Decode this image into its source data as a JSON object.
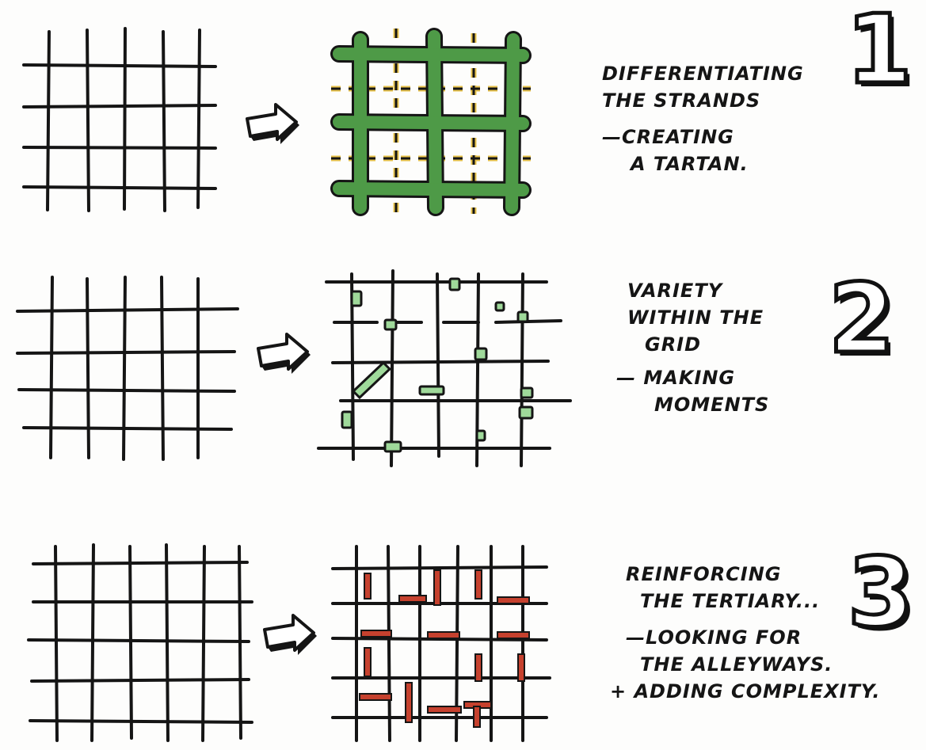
{
  "rows": [
    {
      "number": "1",
      "note_lines": [
        "DIFFERENTIATING",
        "THE STRANDS",
        "—CREATING",
        "A TARTAN."
      ],
      "colors": {
        "primary": "#4e9a47",
        "secondary": "#e8c24a"
      }
    },
    {
      "number": "2",
      "note_lines": [
        "VARIETY",
        "WITHIN THE",
        "GRID",
        "— MAKING",
        "MOMENTS"
      ],
      "colors": {
        "accent": "#9fd99a"
      }
    },
    {
      "number": "3",
      "note_lines": [
        "REINFORCING",
        "THE TERTIARY...",
        "—LOOKING FOR",
        "THE ALLEYWAYS.",
        "+ ADDING COMPLEXITY."
      ],
      "colors": {
        "accent": "#c6412e"
      }
    }
  ],
  "ink": "#151515",
  "icons": {
    "arrow": "arrow-right-icon"
  }
}
